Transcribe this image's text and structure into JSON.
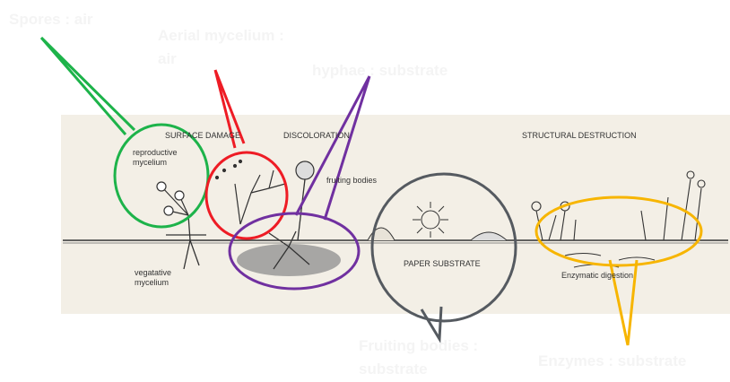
{
  "callouts": {
    "spores": "Spores : air",
    "aerial_line1": "Aerial mycelium :",
    "aerial_line2": "air",
    "hyphae": "hyphae : substrate",
    "fruiting_line1": "Fruiting bodies :",
    "fruiting_line2": "substrate",
    "enzymes": "Enzymes : substrate"
  },
  "diagram": {
    "surface_damage": "SURFACE DAMAGE",
    "discoloration": "DISCOLORATION",
    "structural_destruction": "STRUCTURAL DESTRUCTION",
    "reproductive_line1": "reproductive",
    "reproductive_line2": "mycelium",
    "fruiting_bodies": "fruiting bodies",
    "vegatative_line1": "vegatative",
    "vegatative_line2": "mycelium",
    "paper_substrate": "PAPER SUBSTRATE",
    "enzymatic_digestion": "Enzymatic digestion"
  },
  "colors": {
    "green": "#1db34a",
    "red": "#ee1c25",
    "purple": "#7030a0",
    "gray": "#555a60",
    "yellow": "#f7b500"
  }
}
